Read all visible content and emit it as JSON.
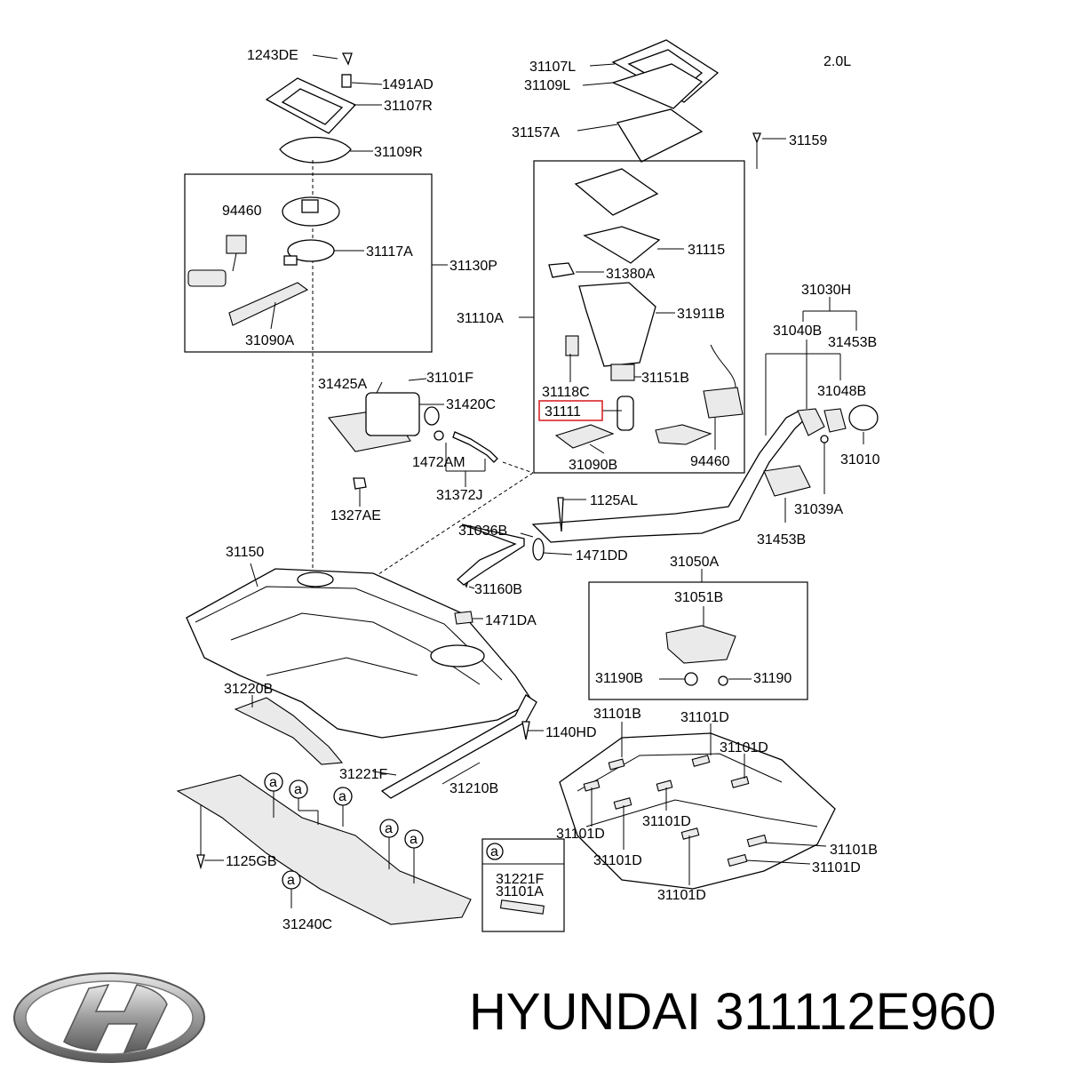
{
  "diagram": {
    "engine": "2.0L",
    "labels": [
      {
        "id": "l1",
        "text": "1243DE"
      },
      {
        "id": "l2",
        "text": "1491AD"
      },
      {
        "id": "l3",
        "text": "31107R"
      },
      {
        "id": "l4",
        "text": "31109R"
      },
      {
        "id": "l5",
        "text": "94460"
      },
      {
        "id": "l6",
        "text": "31117A"
      },
      {
        "id": "l7",
        "text": "31130P"
      },
      {
        "id": "l8",
        "text": "31090A"
      },
      {
        "id": "l9",
        "text": "31107L"
      },
      {
        "id": "l10",
        "text": "31109L"
      },
      {
        "id": "l11",
        "text": "31157A"
      },
      {
        "id": "l12",
        "text": "31159"
      },
      {
        "id": "l13",
        "text": "31115"
      },
      {
        "id": "l14",
        "text": "31380A"
      },
      {
        "id": "l15",
        "text": "31110A"
      },
      {
        "id": "l16",
        "text": "31911B"
      },
      {
        "id": "l17",
        "text": "31118C"
      },
      {
        "id": "l18",
        "text": "31151B"
      },
      {
        "id": "l19",
        "text": "31111"
      },
      {
        "id": "l20",
        "text": "31090B"
      },
      {
        "id": "l21",
        "text": "94460"
      },
      {
        "id": "l22",
        "text": "31030H"
      },
      {
        "id": "l23",
        "text": "31040B"
      },
      {
        "id": "l24",
        "text": "31453B"
      },
      {
        "id": "l25",
        "text": "31048B"
      },
      {
        "id": "l26",
        "text": "31010"
      },
      {
        "id": "l27",
        "text": "31039A"
      },
      {
        "id": "l28",
        "text": "31453B"
      },
      {
        "id": "l29",
        "text": "31425A"
      },
      {
        "id": "l30",
        "text": "31101F"
      },
      {
        "id": "l31",
        "text": "31420C"
      },
      {
        "id": "l32",
        "text": "1472AM"
      },
      {
        "id": "l33",
        "text": "31372J"
      },
      {
        "id": "l34",
        "text": "1327AE"
      },
      {
        "id": "l35",
        "text": "1125AL"
      },
      {
        "id": "l36",
        "text": "31036B"
      },
      {
        "id": "l37",
        "text": "1471DD"
      },
      {
        "id": "l38",
        "text": "31150"
      },
      {
        "id": "l39",
        "text": "31160B"
      },
      {
        "id": "l40",
        "text": "1471DA"
      },
      {
        "id": "l41",
        "text": "31050A"
      },
      {
        "id": "l42",
        "text": "31051B"
      },
      {
        "id": "l43",
        "text": "31190B"
      },
      {
        "id": "l44",
        "text": "31190"
      },
      {
        "id": "l45",
        "text": "31220B"
      },
      {
        "id": "l46",
        "text": "1140HD"
      },
      {
        "id": "l47",
        "text": "31221F"
      },
      {
        "id": "l48",
        "text": "31210B"
      },
      {
        "id": "l49",
        "text": "31101B"
      },
      {
        "id": "l50",
        "text": "31101D"
      },
      {
        "id": "l51",
        "text": "31101D"
      },
      {
        "id": "l52",
        "text": "31101D"
      },
      {
        "id": "l53",
        "text": "31101D"
      },
      {
        "id": "l54",
        "text": "31101D"
      },
      {
        "id": "l55",
        "text": "31101B"
      },
      {
        "id": "l56",
        "text": "31101D"
      },
      {
        "id": "l57",
        "text": "31101D"
      },
      {
        "id": "l58",
        "text": "1125GB"
      },
      {
        "id": "l59",
        "text": "31240C"
      },
      {
        "id": "l60",
        "text": "31221F"
      },
      {
        "id": "l61",
        "text": "31101A"
      }
    ],
    "callout_letter": "a"
  },
  "footer": {
    "brand": "HYUNDAI",
    "part_number": "311112E960",
    "logo_icon": "hyundai-logo-icon"
  },
  "colors": {
    "highlight": "#d9262b",
    "line": "#000000"
  }
}
